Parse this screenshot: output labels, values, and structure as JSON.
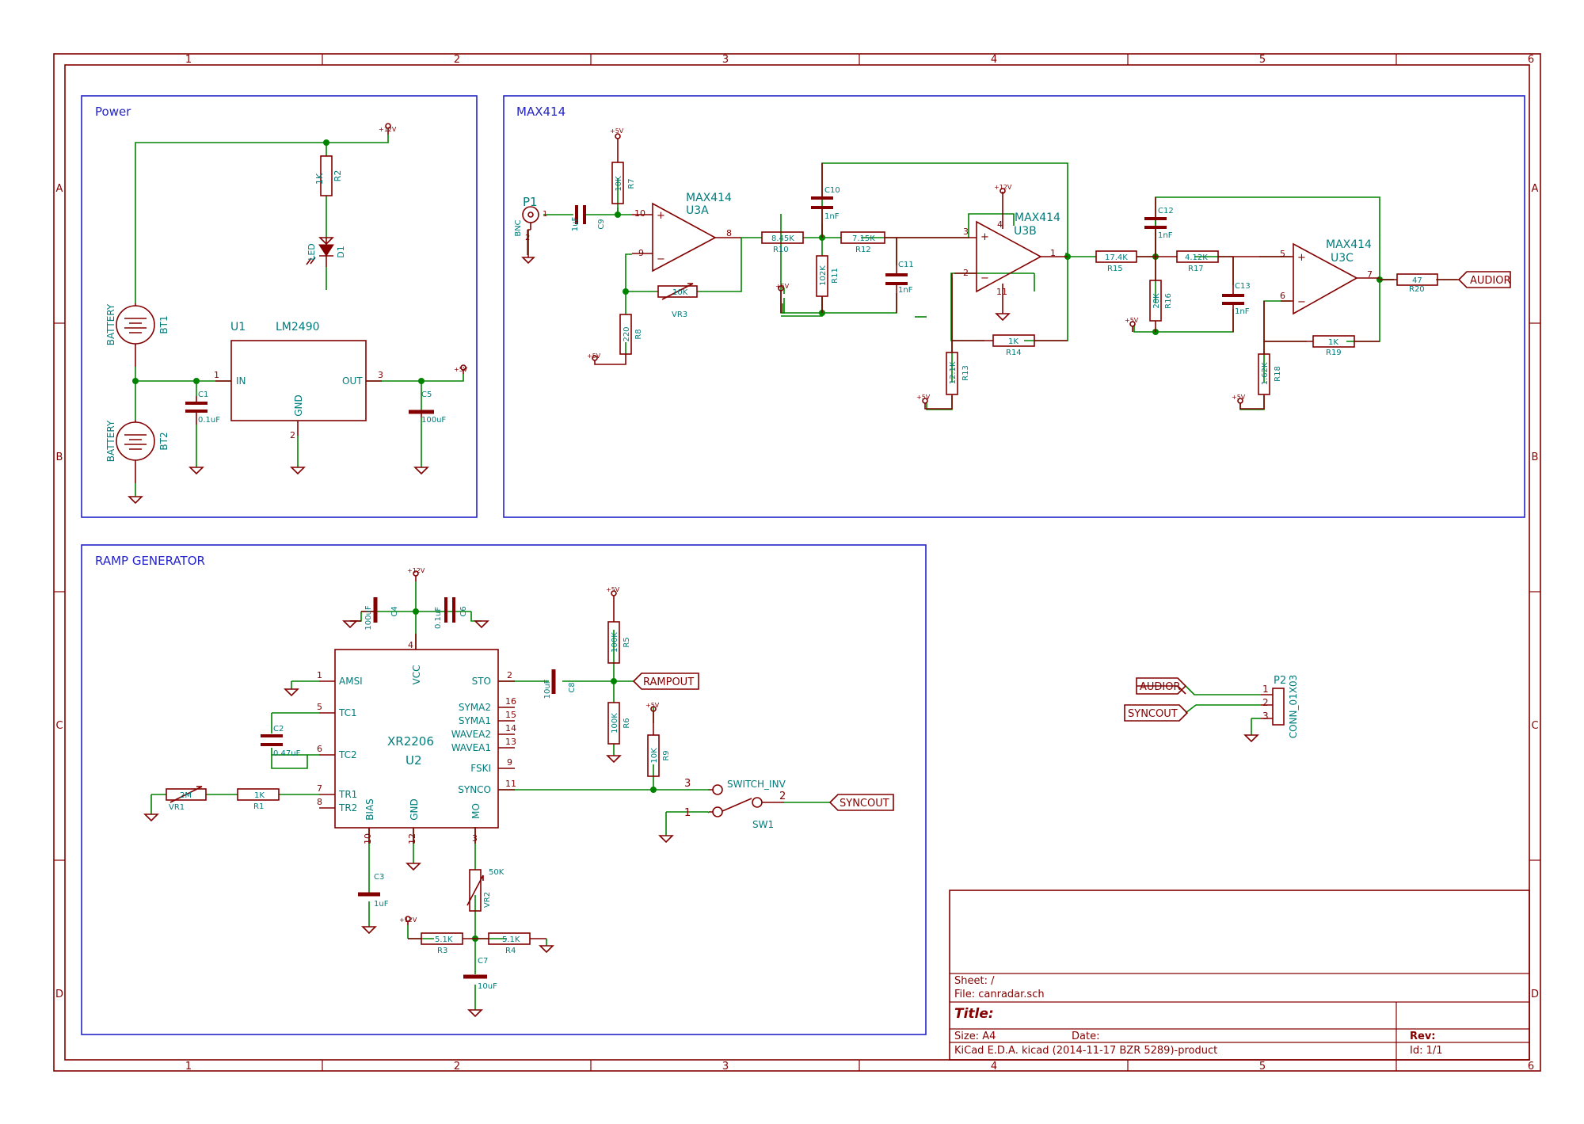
{
  "frame": {
    "cols": [
      "1",
      "2",
      "3",
      "4",
      "5",
      "6"
    ],
    "rows": [
      "A",
      "B",
      "C",
      "D"
    ]
  },
  "sections": {
    "power": "Power",
    "max414": "MAX414",
    "ramp": "RAMP GENERATOR"
  },
  "components": {
    "r2": {
      "ref": "R2",
      "val": "1K"
    },
    "d1": {
      "ref": "D1",
      "val": "LED"
    },
    "u1": {
      "ref": "U1",
      "val": "LM2490",
      "in": "IN",
      "out": "OUT",
      "gnd": "GND",
      "p1": "1",
      "p2": "2",
      "p3": "3"
    },
    "bt1": {
      "ref": "BT1",
      "val": "BATTERY"
    },
    "bt2": {
      "ref": "BT2",
      "val": "BATTERY"
    },
    "c1": {
      "ref": "C1",
      "val": "0.1uF"
    },
    "c5": {
      "ref": "C5",
      "val": "100uF"
    },
    "p1": {
      "ref": "P1",
      "val": "BNC"
    },
    "c9": {
      "ref": "C9",
      "val": "1uF"
    },
    "r7": {
      "ref": "R7",
      "val": "10K"
    },
    "u3a": {
      "ref": "U3A",
      "val": "MAX414",
      "pin_plus": "10",
      "pin_minus": "9",
      "pin_out": "8"
    },
    "r8": {
      "ref": "R8",
      "val": "220"
    },
    "vr3": {
      "ref": "VR3",
      "val": "10K"
    },
    "r10": {
      "ref": "R10",
      "val": "8.45K"
    },
    "c10": {
      "ref": "C10",
      "val": "1nF"
    },
    "r11": {
      "ref": "R11",
      "val": "102K"
    },
    "r12": {
      "ref": "R12",
      "val": "7.15K"
    },
    "c11": {
      "ref": "C11",
      "val": "1nF"
    },
    "u3b": {
      "ref": "U3B",
      "val": "MAX414",
      "pin_plus": "3",
      "pin_minus": "2",
      "pin_out": "1",
      "pin_v": "4",
      "pin_g": "11"
    },
    "r13": {
      "ref": "R13",
      "val": "12.1K"
    },
    "r14": {
      "ref": "R14",
      "val": "1K"
    },
    "r15": {
      "ref": "R15",
      "val": "17.4K"
    },
    "c12": {
      "ref": "C12",
      "val": "1nF"
    },
    "r16": {
      "ref": "R16",
      "val": "28K"
    },
    "r17": {
      "ref": "R17",
      "val": "4.12K"
    },
    "c13": {
      "ref": "C13",
      "val": "1nF"
    },
    "u3c": {
      "ref": "U3C",
      "val": "MAX414",
      "pin_plus": "5",
      "pin_minus": "6",
      "pin_out": "7"
    },
    "r18": {
      "ref": "R18",
      "val": "1.62K"
    },
    "r19": {
      "ref": "R19",
      "val": "1K"
    },
    "r20": {
      "ref": "R20",
      "val": "47"
    },
    "c4": {
      "ref": "C4",
      "val": "100uF"
    },
    "c6": {
      "ref": "C6",
      "val": "0.1uF"
    },
    "u2": {
      "ref": "U2",
      "val": "XR2206"
    },
    "c8": {
      "ref": "C8",
      "val": "10uF"
    },
    "r5": {
      "ref": "R5",
      "val": "100K"
    },
    "r6": {
      "ref": "R6",
      "val": "100K"
    },
    "r9": {
      "ref": "R9",
      "val": "10K"
    },
    "c2": {
      "ref": "C2",
      "val": "0.47uF"
    },
    "vr1": {
      "ref": "VR1",
      "val": "2M"
    },
    "r1": {
      "ref": "R1",
      "val": "1K"
    },
    "c3": {
      "ref": "C3",
      "val": "1uF"
    },
    "vr2": {
      "ref": "VR2",
      "val": "50K"
    },
    "r3": {
      "ref": "R3",
      "val": "5.1K"
    },
    "r4": {
      "ref": "R4",
      "val": "5.1K"
    },
    "c7": {
      "ref": "C7",
      "val": "10uF"
    },
    "sw1": {
      "ref": "SW1",
      "val": "SWITCH_INV",
      "p1": "1",
      "p2": "2",
      "p3": "3"
    },
    "p2": {
      "ref": "P2",
      "val": "CONN_01X03",
      "p1": "1",
      "p2": "2",
      "p3": "3"
    }
  },
  "u2_pins": {
    "left": [
      {
        "name": "AMSI",
        "num": "1"
      },
      {
        "name": "TC1",
        "num": "5"
      },
      {
        "name": "TC2",
        "num": "6"
      },
      {
        "name": "TR1",
        "num": "7"
      },
      {
        "name": "TR2",
        "num": "8"
      }
    ],
    "right": [
      {
        "name": "STO",
        "num": "2"
      },
      {
        "name": "SYMA2",
        "num": "16"
      },
      {
        "name": "SYMA1",
        "num": "15"
      },
      {
        "name": "WAVEA2",
        "num": "14"
      },
      {
        "name": "WAVEA1",
        "num": "13"
      },
      {
        "name": "FSKI",
        "num": "9"
      },
      {
        "name": "SYNCO",
        "num": "11"
      }
    ],
    "top": {
      "name": "VCC",
      "num": "4"
    },
    "bottom": [
      {
        "name": "BIAS",
        "num": "10"
      },
      {
        "name": "GND",
        "num": "12"
      },
      {
        "name": "MO",
        "num": "3"
      }
    ]
  },
  "power_labels": {
    "v12": "+12V",
    "v5": "+5V"
  },
  "net_labels": {
    "audior": "AUDIOR",
    "rampout": "RAMPOUT",
    "syncout": "SYNCOUT"
  },
  "title_block": {
    "sheet": "Sheet: /",
    "file": "File: canradar.sch",
    "title": "Title:",
    "size": "Size: A4",
    "date": "Date:",
    "rev": "Rev:",
    "kicad": "KiCad E.D.A.  kicad (2014-11-17 BZR 5289)-product",
    "id": "Id: 1/1"
  }
}
